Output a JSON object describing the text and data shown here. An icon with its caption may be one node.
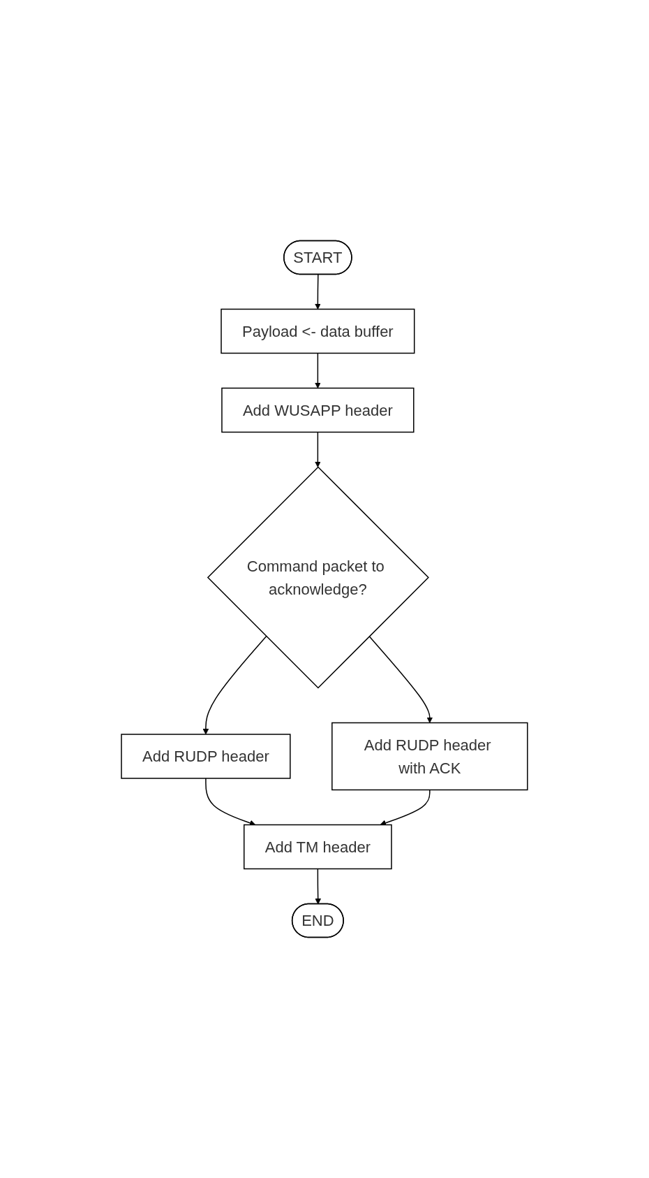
{
  "diagram": {
    "nodes": [
      {
        "text": [
          "START"
        ]
      },
      {
        "text": [
          "Payload <- data buffer"
        ]
      },
      {
        "text": [
          "Add WUSAPP header"
        ]
      },
      {
        "text": [
          "Command packet to acknowledge?"
        ]
      },
      {
        "text": [
          "Add RUDP header"
        ]
      },
      {
        "text": [
          "Add RUDP header with ACK"
        ]
      },
      {
        "text": [
          "Add TM header"
        ]
      },
      {
        "text": [
          "END"
        ]
      }
    ],
    "edges": [
      {
        "from": 0,
        "to": 1,
        "arrow": "to"
      },
      {
        "from": 1,
        "to": 2,
        "arrow": "to"
      },
      {
        "from": 2,
        "to": 3,
        "arrow": "to"
      },
      {
        "from": 3,
        "to": 4,
        "arrow": "to"
      },
      {
        "from": 3,
        "to": 5,
        "arrow": "to"
      },
      {
        "from": 4,
        "to": 6,
        "arrow": "to"
      },
      {
        "from": 5,
        "to": 6,
        "arrow": "to"
      },
      {
        "from": 6,
        "to": 7,
        "arrow": "to"
      }
    ]
  }
}
